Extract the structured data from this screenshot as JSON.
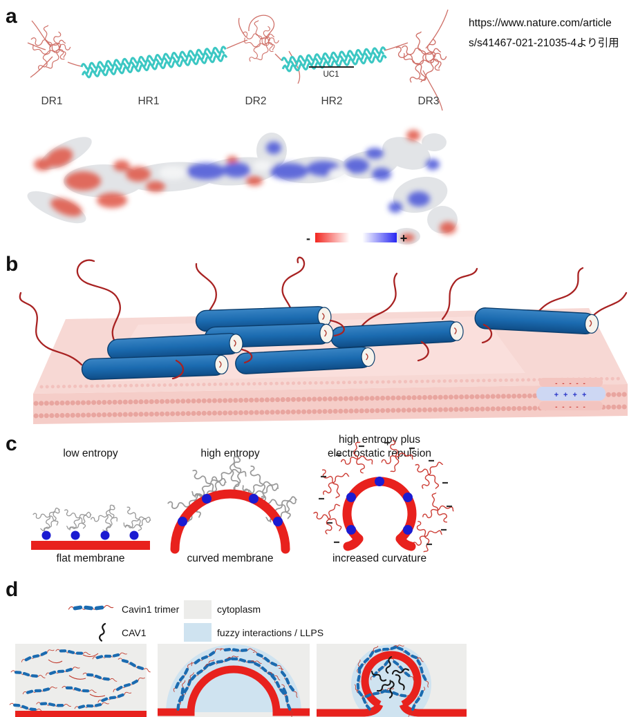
{
  "citation": {
    "line1": "https://www.nature.com/article",
    "line2": "s/s41467-021-21035-4より引用"
  },
  "panel_a": {
    "label": "a",
    "domain_labels": [
      "DR1",
      "HR1",
      "DR2",
      "HR2",
      "DR3"
    ],
    "uc1_label": "UC1",
    "scale_minus": "-",
    "scale_plus": "+"
  },
  "panel_b": {
    "label": "b",
    "inset_minus_top": "- - - - -",
    "inset_plus": "+ + + +",
    "inset_minus_bottom": "- - - - -"
  },
  "panel_c": {
    "label": "c",
    "diagrams": [
      {
        "title_line1": "low entropy",
        "title_line2": "",
        "caption": "flat membrane"
      },
      {
        "title_line1": "high entropy",
        "title_line2": "",
        "caption": "curved membrane"
      },
      {
        "title_line1": "high entropy plus",
        "title_line2": "electrostatic repulsion",
        "caption": "increased curvature"
      }
    ]
  },
  "panel_d": {
    "label": "d",
    "legend": [
      {
        "label": "Cavin1 trimer"
      },
      {
        "label": "CAV1"
      },
      {
        "label": "cytoplasm"
      },
      {
        "label": "fuzzy interactions / LLPS"
      }
    ]
  },
  "colors": {
    "membrane_red": "#e8211d",
    "helix_cyan": "#3cc7c3",
    "disordered_pink": "#cf7068",
    "rod_blue": "#1b6bb0",
    "cytoplasm_gray": "#ececea",
    "llps_blue": "#cfe3f0",
    "anchor_dot_blue": "#1b1bd1",
    "negative_red": "#e05545",
    "positive_blue": "#4a55d8"
  }
}
